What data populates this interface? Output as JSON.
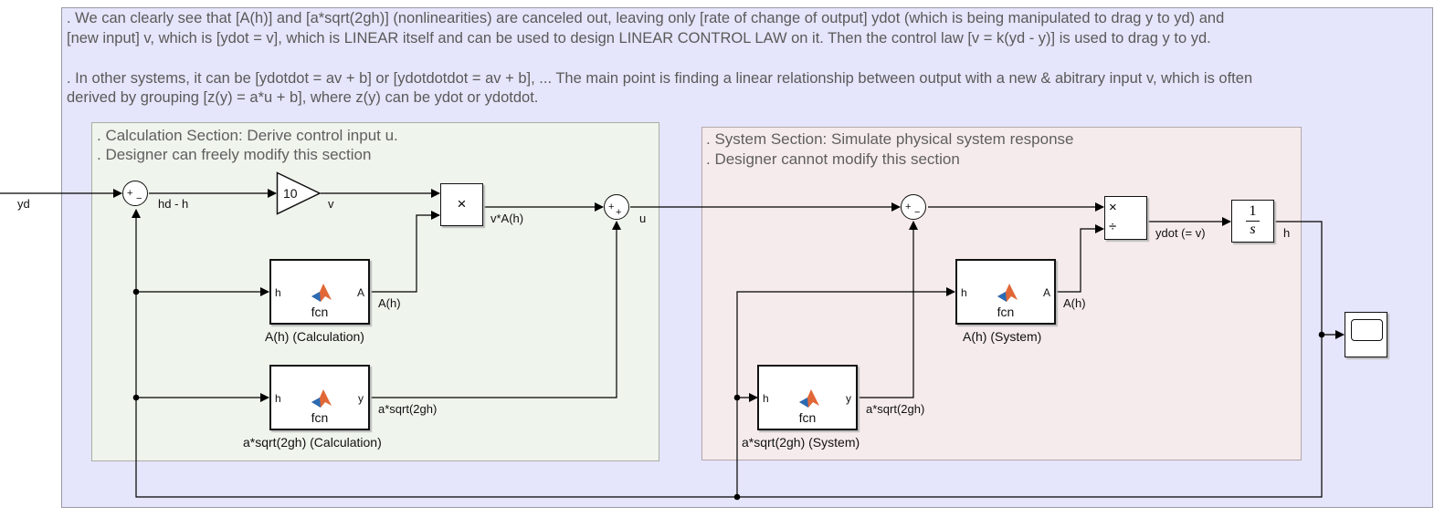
{
  "notes": {
    "line1": ". We can clearly see that [A(h)] and [a*sqrt(2gh)] (nonlinearities) are canceled out, leaving only [rate of change of output] ydot (which is being manipulated to drag y to yd) and",
    "line2": "[new input] v, which is [ydot = v], which is LINEAR itself and can be used to design LINEAR CONTROL LAW on it. Then the control law [v = k(yd - y)] is used to drag y to yd.",
    "line3": ". In other systems, it can be [ydotdot = av + b] or  [ydotdotdot = av + b], ... The main point is finding a linear relationship between output with a new & abitrary input v, which is often",
    "line4": "derived by grouping [z(y) = a*u + b], where z(y) can be ydot or ydotdot."
  },
  "calc_section": {
    "line1": ". Calculation Section: Derive control input u.",
    "line2": ". Designer can freely modify this section"
  },
  "system_section": {
    "line1": ". System Section: Simulate physical system response",
    "line2": ". Designer cannot modify this section"
  },
  "signals": {
    "yd": "yd",
    "hd_h": "hd - h",
    "v": "v",
    "vA": "v*A(h)",
    "u": "u",
    "Ah_calc": "A(h)",
    "sq_calc": "a*sqrt(2gh)",
    "Ah_sys": "A(h)",
    "sq_sys": "a*sqrt(2gh)",
    "ydot": "ydot (= v)",
    "h": "h"
  },
  "blocks": {
    "gain_value": "10",
    "product_symbol": "×",
    "multiply_symbol": "×",
    "divide_symbol": "÷",
    "integrator_num": "1",
    "integrator_den": "s",
    "fcn_label": "fcn",
    "in_port_h": "h",
    "out_port_A": "A",
    "out_port_y": "y",
    "Ah_calc_name": "A(h) (Calculation)",
    "sq_calc_name": "a*sqrt(2gh) (Calculation)",
    "Ah_sys_name": "A(h) (System)",
    "sq_sys_name": "a*sqrt(2gh) (System)",
    "plus": "+",
    "minus": "−"
  },
  "colors": {
    "outer_bg": "#e5e5fb",
    "calc_bg": "#eff4ec",
    "system_bg": "#f6ebec",
    "matlab_orange": "#e16737",
    "matlab_blue": "#2a6bb5"
  }
}
